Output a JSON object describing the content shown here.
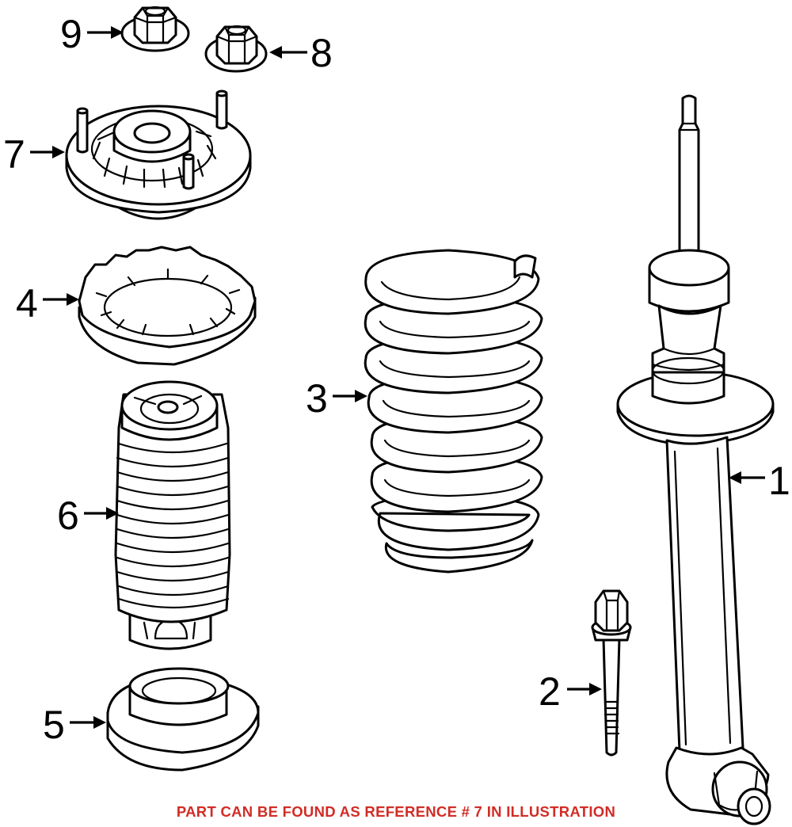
{
  "diagram": {
    "callouts": [
      {
        "id": "1",
        "label": "1"
      },
      {
        "id": "2",
        "label": "2"
      },
      {
        "id": "3",
        "label": "3"
      },
      {
        "id": "4",
        "label": "4"
      },
      {
        "id": "5",
        "label": "5"
      },
      {
        "id": "6",
        "label": "6"
      },
      {
        "id": "7",
        "label": "7"
      },
      {
        "id": "8",
        "label": "8"
      },
      {
        "id": "9",
        "label": "9"
      }
    ],
    "footnote": "PART CAN BE FOUND AS REFERENCE # 7 IN ILLUSTRATION",
    "footnote_color": "#d22c26"
  }
}
